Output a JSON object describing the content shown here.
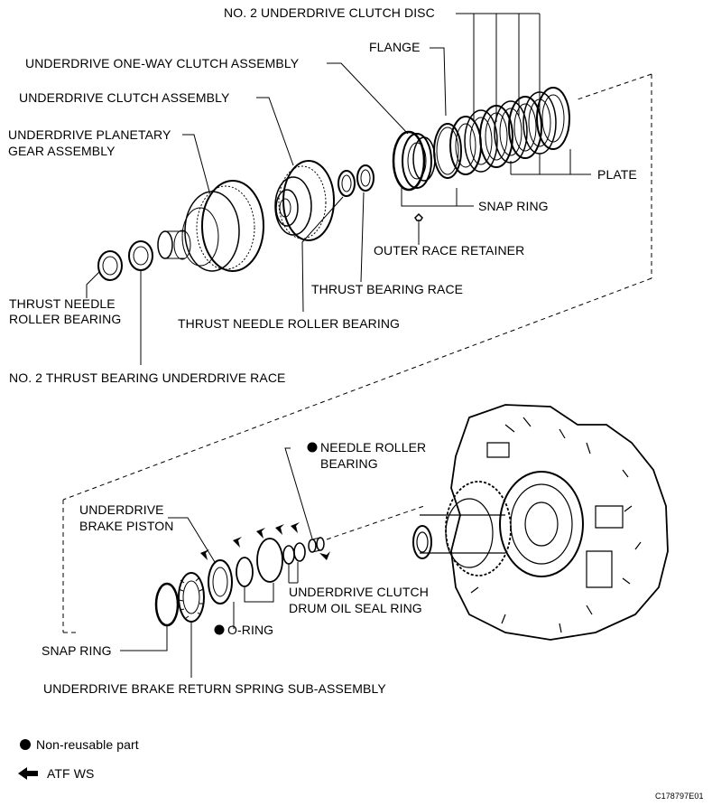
{
  "labels": {
    "no2_underdrive_clutch_disc": "NO. 2 UNDERDRIVE CLUTCH DISC",
    "flange": "FLANGE",
    "underdrive_one_way_clutch_assembly": "UNDERDRIVE ONE-WAY CLUTCH ASSEMBLY",
    "underdrive_clutch_assembly": "UNDERDRIVE CLUTCH ASSEMBLY",
    "underdrive_planetary_gear_assembly_1": "UNDERDRIVE PLANETARY",
    "underdrive_planetary_gear_assembly_2": "GEAR ASSEMBLY",
    "plate": "PLATE",
    "snap_ring_upper": "SNAP RING",
    "outer_race_retainer": "OUTER RACE RETAINER",
    "thrust_bearing_race": "THRUST BEARING RACE",
    "thrust_needle_roller_bearing_left_1": "THRUST NEEDLE",
    "thrust_needle_roller_bearing_left_2": "ROLLER BEARING",
    "thrust_needle_roller_bearing_center": "THRUST NEEDLE ROLLER BEARING",
    "no2_thrust_bearing_underdrive_race": "NO. 2 THRUST BEARING UNDERDRIVE RACE",
    "needle_roller_bearing_1": "NEEDLE ROLLER",
    "needle_roller_bearing_2": "BEARING",
    "underdrive_brake_piston_1": "UNDERDRIVE",
    "underdrive_brake_piston_2": "BRAKE PISTON",
    "underdrive_clutch_drum_oil_seal_ring_1": "UNDERDRIVE CLUTCH",
    "underdrive_clutch_drum_oil_seal_ring_2": "DRUM OIL SEAL RING",
    "o_ring": "O-RING",
    "snap_ring_lower": "SNAP RING",
    "underdrive_brake_return_spring": "UNDERDRIVE BRAKE RETURN SPRING SUB-ASSEMBLY"
  },
  "legend": {
    "non_reusable": "Non-reusable part",
    "atf": "ATF WS"
  },
  "figure_code": "C178797E01",
  "icons": {
    "non_reusable_marker": "filled-circle-icon",
    "atf_marker": "left-arrow-icon"
  }
}
